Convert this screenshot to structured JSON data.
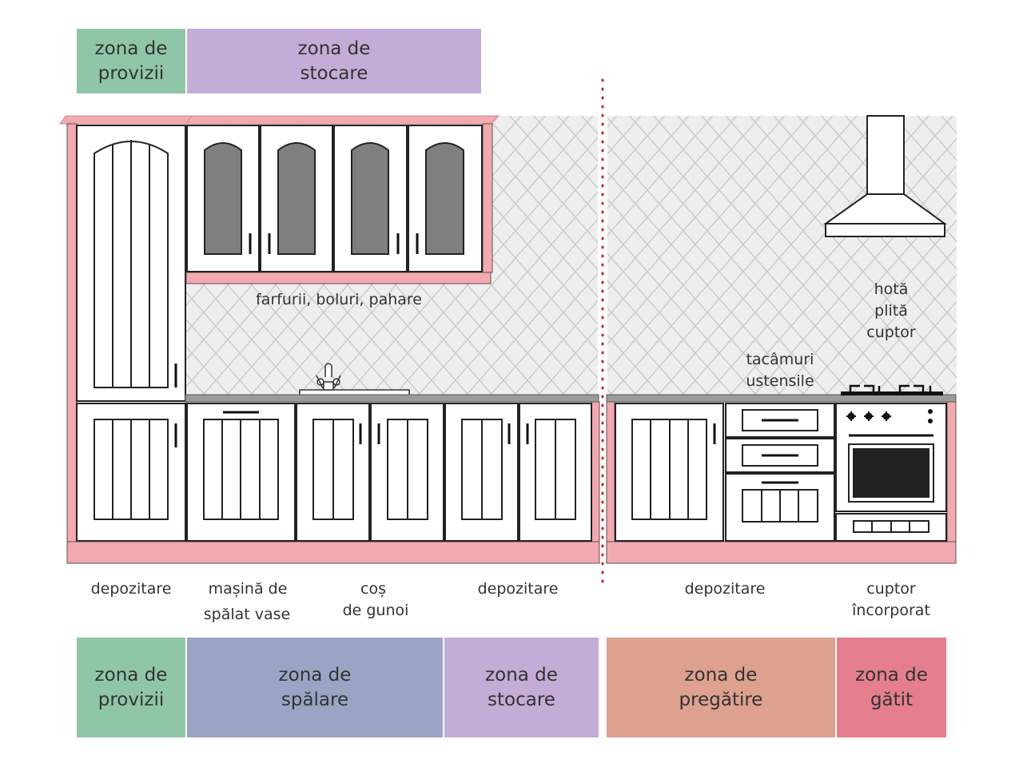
{
  "colors": {
    "provizii": "#90c6a8",
    "stocare": "#c3acd5",
    "spalare": "#9ba4c4",
    "pregatire": "#dea08f",
    "gatit": "#e57e8d",
    "cabinet_frame": "#f3a9b0",
    "glass": "#7f7f7f",
    "divider": "#c0272d"
  },
  "top_zones": [
    {
      "line1": "zona de",
      "line2": "provizii"
    },
    {
      "line1": "zona de",
      "line2": "stocare"
    }
  ],
  "bottom_zones": [
    {
      "line1": "zona de",
      "line2": "provizii"
    },
    {
      "line1": "zona de",
      "line2": "spălare"
    },
    {
      "line1": "zona de",
      "line2": "stocare"
    },
    {
      "line1": "zona de",
      "line2": "pregătire"
    },
    {
      "line1": "zona de",
      "line2": "gătit"
    }
  ],
  "labels": {
    "farfurii": "farfurii, boluri, pahare",
    "hota": "hotă",
    "plita": "plită",
    "cuptor": "cuptor",
    "tacamuri": "tacâmuri",
    "ustensile": "ustensile",
    "depozitare_1": "depozitare",
    "masina_1": "mașină de",
    "masina_2": "spălat vase",
    "cos_1": "coș",
    "cos_2": "de gunoi",
    "depozitare_2": "depozitare",
    "depozitare_3": "depozitare",
    "cuptor_inc_1": "cuptor",
    "cuptor_inc_2": "încorporat"
  }
}
